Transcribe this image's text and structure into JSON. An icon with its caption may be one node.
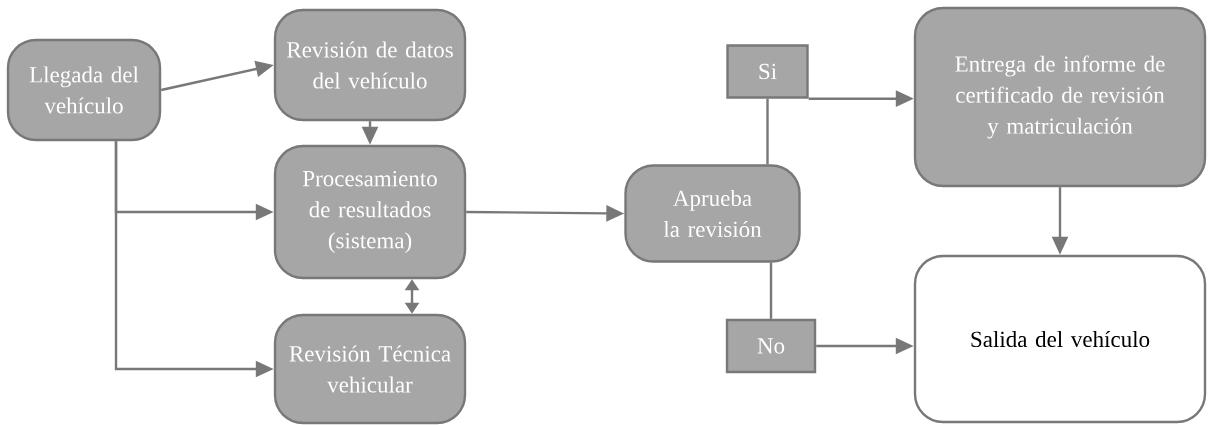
{
  "diagram": {
    "nodes": [
      {
        "text": [
          "Llegada del vehículo"
        ]
      },
      {
        "text": [
          "Revisión de datos del vehículo"
        ]
      },
      {
        "text": [
          "Procesamiento de resultados (sistema)"
        ]
      },
      {
        "text": [
          "Revisión Técnica vehicular"
        ]
      },
      {
        "text": [
          "Aprueba la revisión"
        ]
      },
      {
        "text": [
          "Si"
        ]
      },
      {
        "text": [
          "No"
        ]
      },
      {
        "text": [
          "Entrega de informe de certificado de revisión y matriculación"
        ]
      },
      {
        "text": [
          "Salida del vehículo"
        ]
      }
    ],
    "edges": [
      {
        "from": 0,
        "to": 1,
        "arrow": "to"
      },
      {
        "from": 1,
        "to": 2,
        "arrow": "to"
      },
      {
        "from": 0,
        "to": 2,
        "arrow": "to"
      },
      {
        "from": 0,
        "to": 3,
        "arrow": "to"
      },
      {
        "from": 2,
        "to": 3,
        "arrow": "both"
      },
      {
        "from": 2,
        "to": 4,
        "arrow": "to"
      },
      {
        "from": 4,
        "to": 5,
        "arrow": "none"
      },
      {
        "from": 4,
        "to": 6,
        "arrow": "none"
      },
      {
        "from": 5,
        "to": 7,
        "arrow": "to"
      },
      {
        "from": 6,
        "to": 8,
        "arrow": "to"
      },
      {
        "from": 7,
        "to": 8,
        "arrow": "to"
      }
    ]
  }
}
